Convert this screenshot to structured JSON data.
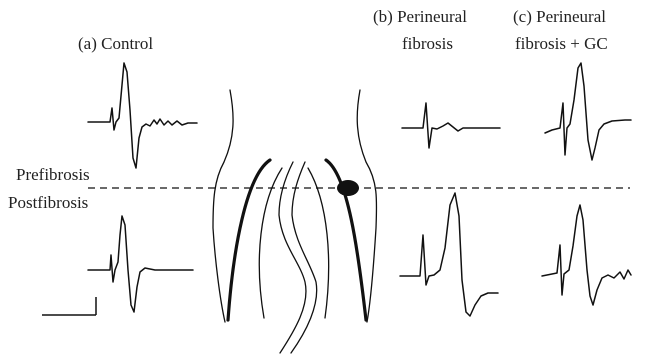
{
  "labels": {
    "control": "(a) Control",
    "perineural_line1": "(b) Perineural",
    "perineural_line2": "fibrosis",
    "gc_line1": "(c) Perineural",
    "gc_line2": "fibrosis + GC",
    "prefibrosis": "Prefibrosis",
    "postfibrosis": "Postfibrosis"
  },
  "colors": {
    "ink": "#111111",
    "text": "#222222",
    "background": "#ffffff"
  }
}
